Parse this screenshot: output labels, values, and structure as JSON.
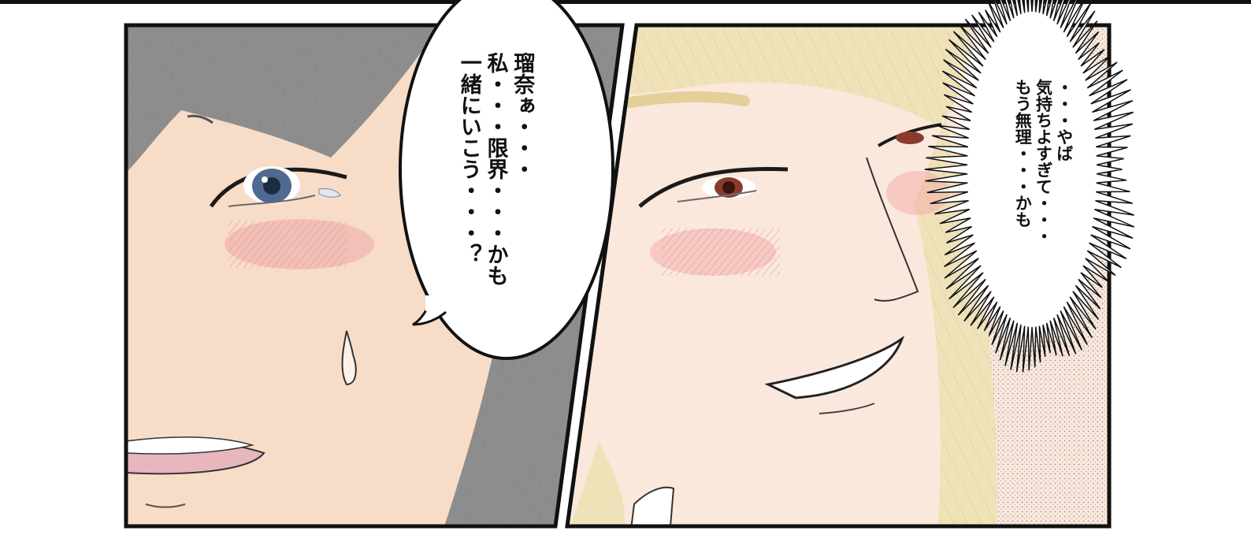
{
  "panels": {
    "left": {
      "speech_lines": [
        "瑠奈ぁ・・・",
        "私・・・限界・・・かも",
        "一緒にいこう・・・？"
      ]
    },
    "right": {
      "thought_lines": [
        "・・・やば",
        "気持ちよすぎて・・・",
        "もう無理・・・かも"
      ]
    }
  },
  "colors": {
    "frame": "#111111",
    "hair_dark": "#8d8d8d",
    "hair_blonde": "#efe2b8",
    "skin_left": "#f7dcc7",
    "skin_right": "#fbe8dc",
    "blush": "#f1a9a9",
    "eye_blue": "#4f6a90",
    "eye_brown": "#8b3b2e",
    "lips": "#e8b6bd"
  }
}
